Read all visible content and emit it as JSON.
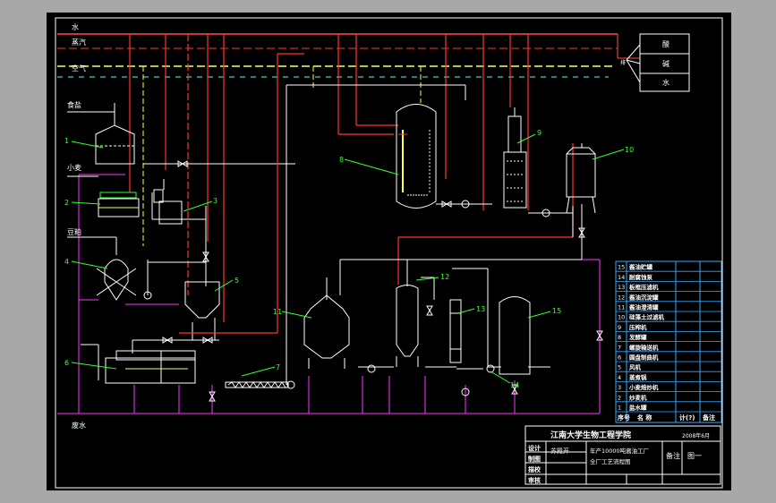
{
  "utilities": {
    "water": "水",
    "steam": "蒸汽",
    "air": "空气",
    "waste_water": "废水",
    "outlet": "排"
  },
  "chemicals": [
    "酸",
    "碱",
    "水"
  ],
  "raw_materials": {
    "salt": "食盐",
    "wheat": "小麦",
    "soybean_meal": "豆粕"
  },
  "equipment_labels": [
    "1",
    "2",
    "3",
    "4",
    "5",
    "6",
    "7",
    "8",
    "9",
    "10",
    "11",
    "12",
    "13",
    "14",
    "15"
  ],
  "parts_table": {
    "rows": [
      {
        "no": "15",
        "name": "酱油贮罐",
        "qty": "",
        "note": ""
      },
      {
        "no": "14",
        "name": "耐腐蚀泵",
        "qty": "",
        "note": ""
      },
      {
        "no": "13",
        "name": "板框压滤机",
        "qty": "",
        "note": ""
      },
      {
        "no": "12",
        "name": "酱油沉淀罐",
        "qty": "",
        "note": ""
      },
      {
        "no": "11",
        "name": "酱油澄清罐",
        "qty": "",
        "note": ""
      },
      {
        "no": "10",
        "name": "硅藻土过滤机",
        "qty": "",
        "note": ""
      },
      {
        "no": "9",
        "name": "压榨机",
        "qty": "",
        "note": ""
      },
      {
        "no": "8",
        "name": "发酵罐",
        "qty": "",
        "note": ""
      },
      {
        "no": "7",
        "name": "螺旋输送机",
        "qty": "",
        "note": ""
      },
      {
        "no": "6",
        "name": "圆盘制曲机",
        "qty": "",
        "note": ""
      },
      {
        "no": "5",
        "name": "风机",
        "qty": "",
        "note": ""
      },
      {
        "no": "4",
        "name": "蒸煮锅",
        "qty": "",
        "note": ""
      },
      {
        "no": "3",
        "name": "小麦焙炒机",
        "qty": "",
        "note": ""
      },
      {
        "no": "2",
        "name": "炒麦机",
        "qty": "",
        "note": ""
      },
      {
        "no": "1",
        "name": "盐水罐",
        "qty": "",
        "note": ""
      }
    ],
    "header": {
      "no": "序号",
      "name": "名 称",
      "qty": "计(?)",
      "note": "备注"
    }
  },
  "title_block": {
    "school": "江南大学生物工程学院",
    "date": "2008年6月",
    "designer_label": "设计",
    "drawer_label": "制图",
    "checker_label": "描校",
    "reviewer_label": "审核",
    "designer_name": "苏殿开",
    "title_line1": "年产10000吨酱油工厂",
    "title_line2": "全厂工艺流程图",
    "remark_label": "备注",
    "drawing_no": "图一"
  },
  "colors": {
    "background": "#000000",
    "water": "#ff4c4c",
    "steam": "#ff3333",
    "air": "#ffff55",
    "process": "#ffffff",
    "waste": "#ff33ff",
    "equipment": "#ffffff",
    "leader": "#33ff33",
    "title_block": "#ffffff",
    "bus": "#ff3333"
  }
}
